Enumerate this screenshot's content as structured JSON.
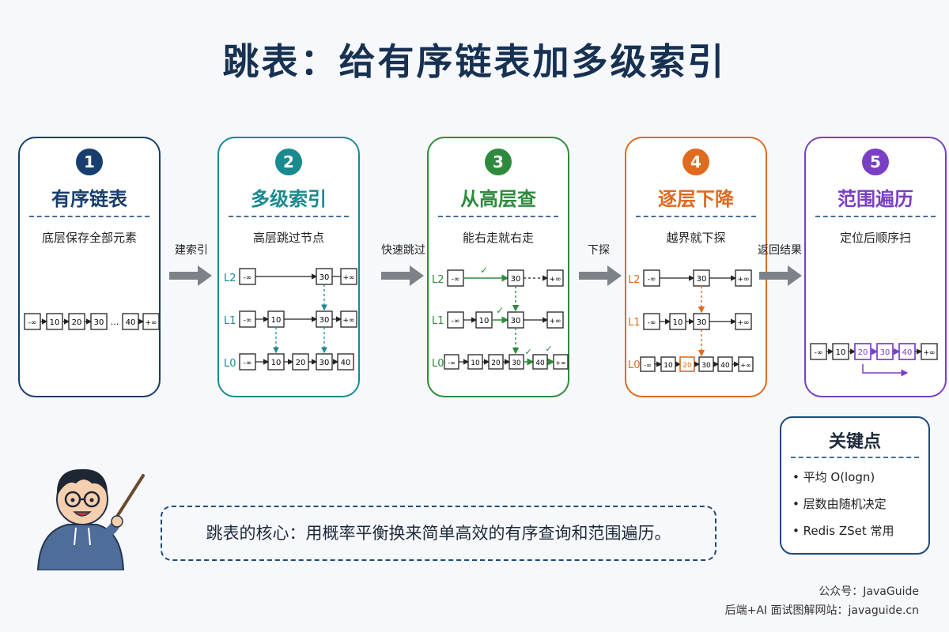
{
  "title": "跳表：给有序链表加多级索引",
  "steps": [
    {
      "num": "1",
      "title": "有序链表",
      "desc": "底层保存全部元素",
      "color": "#173e6e"
    },
    {
      "num": "2",
      "title": "多级索引",
      "desc": "高层跳过节点",
      "color": "#1a8a8f"
    },
    {
      "num": "3",
      "title": "从高层查",
      "desc": "能右走就右走",
      "color": "#2e8b3e"
    },
    {
      "num": "4",
      "title": "逐层下降",
      "desc": "越界就下探",
      "color": "#e06a1e"
    },
    {
      "num": "5",
      "title": "范围遍历",
      "desc": "定位后顺序扫",
      "color": "#7a3fc4"
    }
  ],
  "arrows": [
    "建索引",
    "快速跳过",
    "下探",
    "返回结果"
  ],
  "node_labels": {
    "neg_inf": "-∞",
    "pos_inf": "+∞",
    "ellipsis": "...",
    "check": "✓",
    "n10": "10",
    "n20": "20",
    "n30": "30",
    "n40": "40"
  },
  "level_labels": [
    "L2",
    "L1",
    "L0"
  ],
  "keypoints": {
    "title": "关键点",
    "items": [
      "• 平均 O(logn)",
      "• 层数由随机决定",
      "• Redis ZSet 常用"
    ]
  },
  "summary": "跳表的核心：用概率平衡换来简单高效的有序查询和范围遍历。",
  "footer": {
    "line1": "公众号：JavaGuide",
    "line2": "后端+AI 面试图解网站：javaguide.cn"
  },
  "colors": {
    "navy": "#173e6e",
    "teal": "#1a8a8f",
    "green": "#2e8b3e",
    "orange": "#e06a1e",
    "purple": "#7a3fc4",
    "arrow_gray": "#7d8288"
  }
}
